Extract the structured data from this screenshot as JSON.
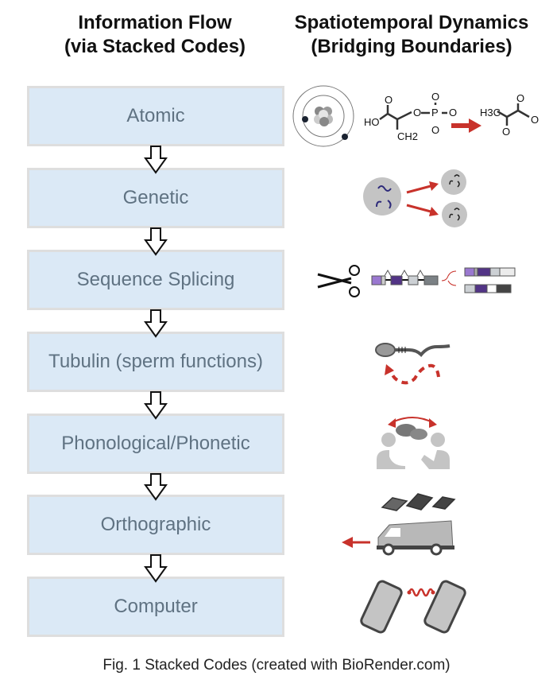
{
  "headers": {
    "left": [
      "Information Flow",
      "(via Stacked Codes)"
    ],
    "right": [
      "Spatiotemporal Dynamics",
      "(Bridging Boundaries)"
    ]
  },
  "levels": [
    {
      "label": "Atomic",
      "icon": "atom-phosphoenolpyruvate-to-pyruvate-icon"
    },
    {
      "label": "Genetic",
      "icon": "cell-division-icon"
    },
    {
      "label": "Sequence Splicing",
      "icon": "scissors-splicing-icon"
    },
    {
      "label": "Tubulin (sperm functions)",
      "icon": "sperm-icon"
    },
    {
      "label": "Phonological/Phonetic",
      "icon": "people-conversation-icon"
    },
    {
      "label": "Orthographic",
      "icon": "books-van-icon"
    },
    {
      "label": "Computer",
      "icon": "phones-connected-icon"
    }
  ],
  "chemistry": {
    "ho": "HO",
    "o": "O",
    "p": "P",
    "ch2": "CH2",
    "h3c": "H3C",
    "minus": "−"
  },
  "caption": "Fig. 1 Stacked Codes (created with BioRender.com)",
  "colors": {
    "box_fill": "#dbe9f6",
    "box_border": "#dedede",
    "box_text": "#5f7282",
    "accent_red": "#c8322b",
    "purple": "#523486",
    "light_purple": "#9a78d0"
  }
}
